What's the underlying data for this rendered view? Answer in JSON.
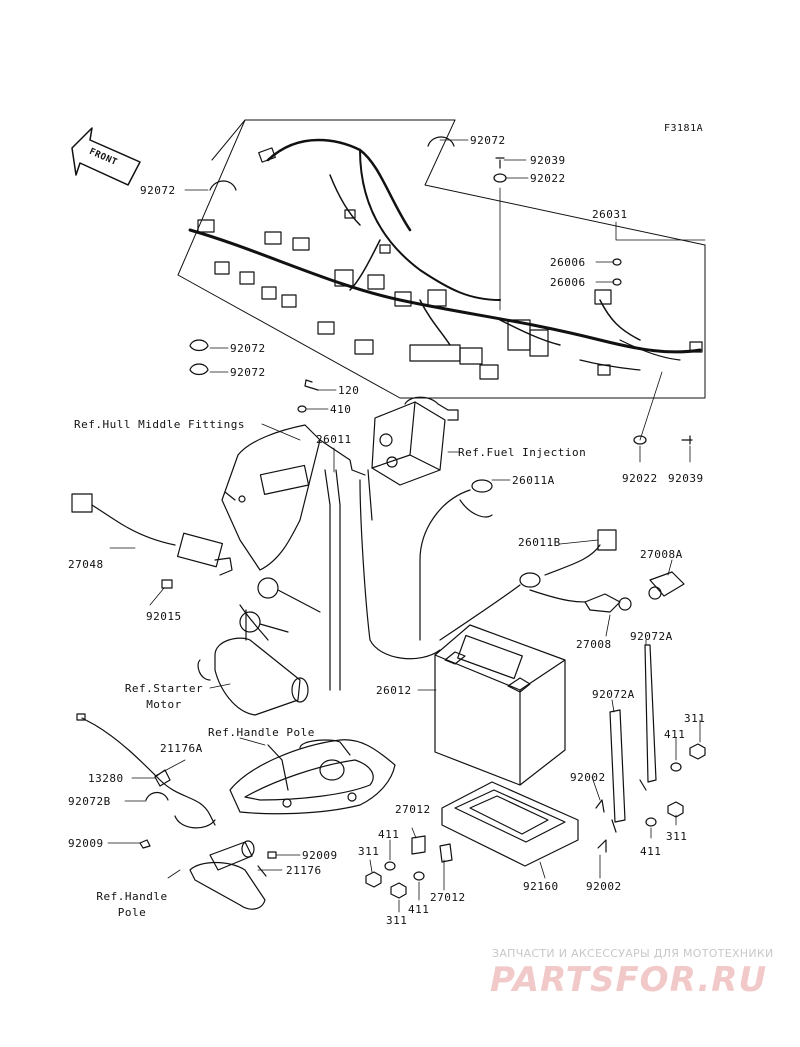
{
  "figure_code": "F3181A",
  "front_label": "FRONT",
  "labels": {
    "p92072_top": "92072",
    "p92039_top": "92039",
    "p92022_top": "92022",
    "p26031": "26031",
    "p26006_a": "26006",
    "p26006_b": "26006",
    "p92072_left": "92072",
    "p92072_l2": "92072",
    "p92072_l3": "92072",
    "p120": "120",
    "p410": "410",
    "ref_hull": "Ref.Hull Middle Fittings",
    "p26011": "26011",
    "ref_fuel": "Ref.Fuel Injection",
    "p26011a": "26011A",
    "p92022_r": "92022",
    "p92039_r": "92039",
    "p27048": "27048",
    "p92015": "92015",
    "p26011b": "26011B",
    "p27008a": "27008A",
    "p27008": "27008",
    "p92072a_1": "92072A",
    "ref_starter_1": "Ref.Starter",
    "ref_starter_2": "Motor",
    "p26012": "26012",
    "p92072a_2": "92072A",
    "p311_a": "311",
    "p411_a": "411",
    "ref_handle_pole": "Ref.Handle Pole",
    "p21176a": "21176A",
    "p13280": "13280",
    "p92072b": "92072B",
    "p92002_a": "92002",
    "p311_b": "311",
    "p411_b": "411",
    "p27012_a": "27012",
    "p92009_a": "92009",
    "p411_c": "411",
    "p311_c": "311",
    "p92009_b": "92009",
    "p21176": "21176",
    "p27012_b": "27012",
    "p92160": "92160",
    "p92002_b": "92002",
    "p411_d": "411",
    "p311_d": "311",
    "ref_handle_pole2_1": "Ref.Handle",
    "ref_handle_pole2_2": "Pole"
  },
  "watermark": {
    "tagline": "ЗАПЧАСТИ И АКСЕССУАРЫ ДЛЯ МОТОТЕХНИКИ",
    "brand": "PARTSFOR.RU"
  }
}
